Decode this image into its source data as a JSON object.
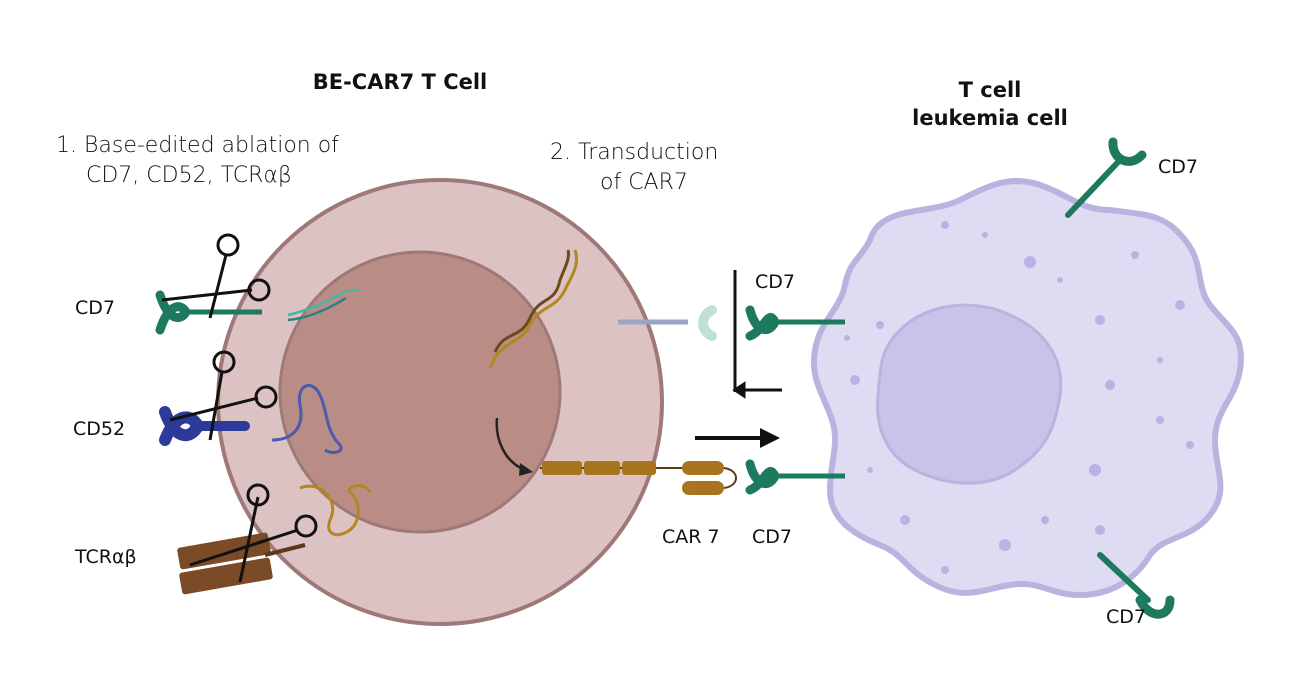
{
  "titles": {
    "becar7": "BE-CAR7 T Cell",
    "leukemia_line1": "T cell",
    "leukemia_line2": "leukemia cell"
  },
  "steps": {
    "step1_line1": "1. Base-edited ablation of",
    "step1_line2": "CD7, CD52, TCRαβ",
    "step2_line1": "2. Transduction",
    "step2_line2": "of CAR7"
  },
  "markers": {
    "cd7_left": "CD7",
    "cd52_left": "CD52",
    "tcr_left": "TCRαβ",
    "car7": "CAR 7",
    "cd7_car_target": "CD7",
    "cd7_blocked": "CD7",
    "cd7_leuk_top": "CD7",
    "cd7_leuk_bottom": "CD7"
  },
  "colors": {
    "tcell_outer": "#dcc2c2",
    "tcell_outer_stroke": "#a07878",
    "tcell_nucleus": "#b98c86",
    "leuk_body": "#dedcf3",
    "leuk_stroke": "#b9b3e0",
    "leuk_nucleus": "#c9c3ea",
    "cd7_teal": "#1e7a5e",
    "cd52_blue": "#2e3a9a",
    "tcr_brown": "#7b4a26",
    "car_gold": "#a8741e",
    "dna_gold": "#b4871e"
  }
}
